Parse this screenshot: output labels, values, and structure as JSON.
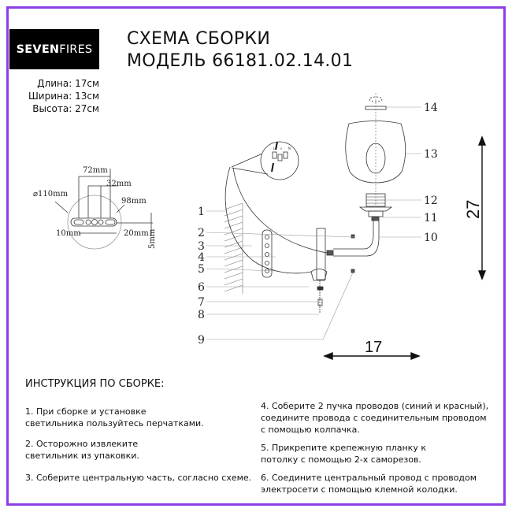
{
  "logo": {
    "bold": "SEVEN",
    "light": "FIRES"
  },
  "header": {
    "title_line1": "СХЕМА СБОРКИ",
    "title_line2": "МОДЕЛЬ 66181.02.14.01"
  },
  "dimensions": {
    "length": "Длина: 17см",
    "width": "Ширина: 13см",
    "height": "Высота: 27см"
  },
  "mount_plate": {
    "d72": "72mm",
    "d32": "32mm",
    "diameter": "⌀110mm",
    "d98": "98mm",
    "d10": "10mm",
    "d20": "20mm",
    "d5": "5mm"
  },
  "diagram": {
    "part_numbers": [
      "1",
      "2",
      "3",
      "4",
      "5",
      "6",
      "7",
      "8",
      "9",
      "10",
      "11",
      "12",
      "13",
      "14"
    ],
    "height_label": "27",
    "length_label": "17",
    "terminal_labels": [
      "L",
      "⏚",
      "N"
    ]
  },
  "instructions": {
    "heading": "ИНСТРУКЦИЯ ПО СБОРКЕ:",
    "steps": [
      {
        "line1": "1. При сборке и установке",
        "line2": "светильника пользуйтесь перчатками.",
        "line3": ""
      },
      {
        "line1": "2. Осторожно извлеките",
        "line2": "светильник из упаковки.",
        "line3": ""
      },
      {
        "line1": "3. Соберите центральную часть, согласно схеме.",
        "line2": "",
        "line3": ""
      },
      {
        "line1": "4. Соберите 2 пучка проводов (синий и красный),",
        "line2": "соедините провода с соединительным проводом",
        "line3": "с помощью колпачка."
      },
      {
        "line1": "5. Прикрепите крепежную планку к",
        "line2": "потолку с помощью 2-х саморезов.",
        "line3": ""
      },
      {
        "line1": "6. Соедините центральный провод с проводом",
        "line2": "электросети с помощью клемной колодки.",
        "line3": ""
      }
    ]
  },
  "colors": {
    "frame": "#8b3ee8",
    "logo_bg": "#000000"
  }
}
